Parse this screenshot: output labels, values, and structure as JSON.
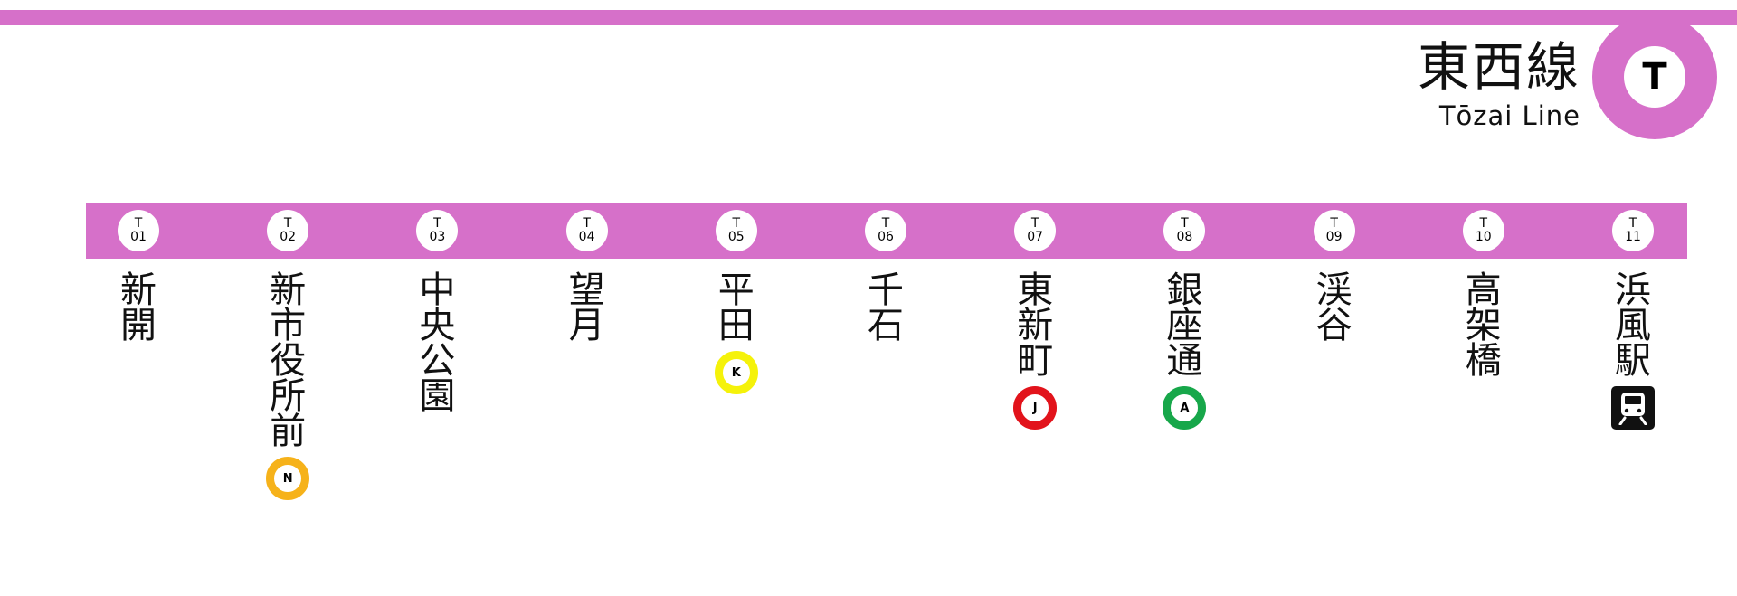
{
  "line": {
    "name_jp": "東西線",
    "name_en": "Tōzai Line",
    "symbol": "T",
    "color": "#d670c9"
  },
  "stations": [
    {
      "code_letter": "T",
      "code_number": "01",
      "name": "新開"
    },
    {
      "code_letter": "T",
      "code_number": "02",
      "name": "新市役所前",
      "transfer": {
        "letter": "N",
        "color": "#f6b21a",
        "icon": "line-N-transfer-icon"
      }
    },
    {
      "code_letter": "T",
      "code_number": "03",
      "name": "中央公園"
    },
    {
      "code_letter": "T",
      "code_number": "04",
      "name": "望月"
    },
    {
      "code_letter": "T",
      "code_number": "05",
      "name": "平田",
      "transfer": {
        "letter": "K",
        "color": "#f5f20a",
        "icon": "line-K-transfer-icon"
      }
    },
    {
      "code_letter": "T",
      "code_number": "06",
      "name": "千石"
    },
    {
      "code_letter": "T",
      "code_number": "07",
      "name": "東新町",
      "transfer": {
        "letter": "J",
        "color": "#e2131b",
        "icon": "line-J-transfer-icon"
      }
    },
    {
      "code_letter": "T",
      "code_number": "08",
      "name": "銀座通",
      "transfer": {
        "letter": "A",
        "color": "#17a74a",
        "icon": "line-A-transfer-icon"
      }
    },
    {
      "code_letter": "T",
      "code_number": "09",
      "name": "渓谷"
    },
    {
      "code_letter": "T",
      "code_number": "10",
      "name": "高架橋"
    },
    {
      "code_letter": "T",
      "code_number": "11",
      "name": "浜風駅",
      "rail_transfer": {
        "icon": "train-icon"
      }
    }
  ]
}
